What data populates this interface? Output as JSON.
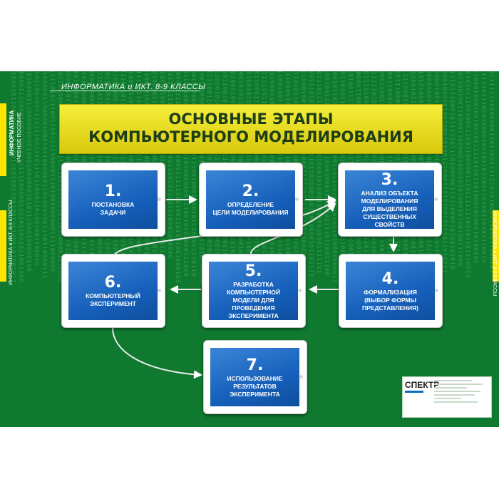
{
  "header": {
    "course": "ИНФОРМАТИКА и ИКТ. 8-9 КЛАССЫ",
    "title_line1": "ОСНОВНЫЕ ЭТАПЫ",
    "title_line2": "КОМПЬЮТЕРНОГО МОДЕЛИРОВАНИЯ"
  },
  "side": {
    "left_top_title": "ИНФОРМАТИКА",
    "left_top_sub": "УЧЕБНОЕ ПОСОБИЕ",
    "left_bottom": "ИНФОРМАТИКА и ИКТ. 8-9 КЛАССЫ",
    "right_middle": "ИНФОРМАТИКА и ИКТ. 8-9 КЛАССЫ"
  },
  "steps": [
    {
      "num": "1.",
      "lines": [
        "ПОСТАНОВКА",
        "ЗАДАЧИ"
      ]
    },
    {
      "num": "2.",
      "lines": [
        "ОПРЕДЕЛЕНИЕ",
        "ЦЕЛИ МОДЕЛИРОВАНИЯ"
      ]
    },
    {
      "num": "3.",
      "lines": [
        "АНАЛИЗ ОБЪЕКТА",
        "МОДЕЛИРОВАНИЯ",
        "ДЛЯ ВЫДЕЛЕНИЯ",
        "СУЩЕСТВЕННЫХ СВОЙСТВ"
      ]
    },
    {
      "num": "4.",
      "lines": [
        "ФОРМАЛИЗАЦИЯ",
        "(ВЫБОР ФОРМЫ",
        "ПРЕДСТАВЛЕНИЯ)"
      ]
    },
    {
      "num": "5.",
      "lines": [
        "РАЗРАБОТКА КОМПЬЮТЕРНОЙ",
        "МОДЕЛИ ДЛЯ ПРОВЕДЕНИЯ",
        "ЭКСПЕРИМЕНТА"
      ]
    },
    {
      "num": "6.",
      "lines": [
        "КОМПЬЮТЕРНЫЙ",
        "ЭКСПЕРИМЕНТ"
      ]
    },
    {
      "num": "7.",
      "lines": [
        "ИСПОЛЬЗОВАНИЕ",
        "РЕЗУЛЬТАТОВ",
        "ЭКСПЕРИМЕНТА"
      ]
    }
  ],
  "publisher": {
    "logo": "СПЕКТР"
  },
  "colors": {
    "background": "#0f7a2f",
    "banner": "#f0e62a",
    "screen": "#1a66c2",
    "accent_strip": "#ffe500"
  }
}
